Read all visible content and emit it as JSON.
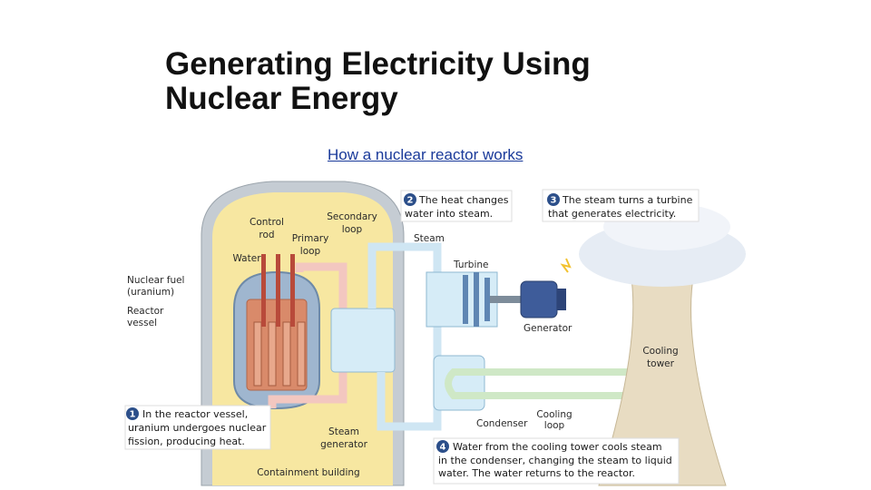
{
  "slide": {
    "title_line1": "Generating Electricity Using",
    "title_line2": "Nuclear Energy",
    "link_text": "How a nuclear reactor works"
  },
  "diagram": {
    "labels": {
      "control_rod_1": "Control",
      "control_rod_2": "rod",
      "secondary_loop_1": "Secondary",
      "secondary_loop_2": "loop",
      "primary_loop_1": "Primary",
      "primary_loop_2": "loop",
      "water": "Water",
      "nuclear_fuel_1": "Nuclear fuel",
      "nuclear_fuel_2": "(uranium)",
      "reactor_vessel_1": "Reactor",
      "reactor_vessel_2": "vessel",
      "steam": "Steam",
      "turbine": "Turbine",
      "generator": "Generator",
      "cooling_tower_1": "Cooling",
      "cooling_tower_2": "tower",
      "condenser": "Condenser",
      "cooling_loop_1": "Cooling",
      "cooling_loop_2": "loop",
      "steam_generator_1": "Steam",
      "steam_generator_2": "generator",
      "containment_building": "Containment building"
    },
    "steps": [
      {
        "number": "1",
        "lines": [
          "In the reactor vessel,",
          "uranium undergoes nuclear",
          "fission, producing heat."
        ]
      },
      {
        "number": "2",
        "lines": [
          "The heat changes",
          "water into steam."
        ]
      },
      {
        "number": "3",
        "lines": [
          "The steam turns a turbine",
          "that generates electricity."
        ]
      },
      {
        "number": "4",
        "lines": [
          "Water from the cooling tower cools steam",
          "in the condenser, changing the steam to liquid",
          "water. The water returns to the reactor."
        ]
      }
    ],
    "colors": {
      "building": "#f7e7a1",
      "building_wall": "#c5ccd3",
      "fuel": "#d98a6a",
      "water": "#d6ecf7",
      "pipe": "#cfe6f3",
      "hot_pipe": "#f3c7c0",
      "cooling_pipe": "#cfe8c6",
      "tower": "#e8dcc2",
      "step_badge": "#2c4f8a"
    }
  }
}
